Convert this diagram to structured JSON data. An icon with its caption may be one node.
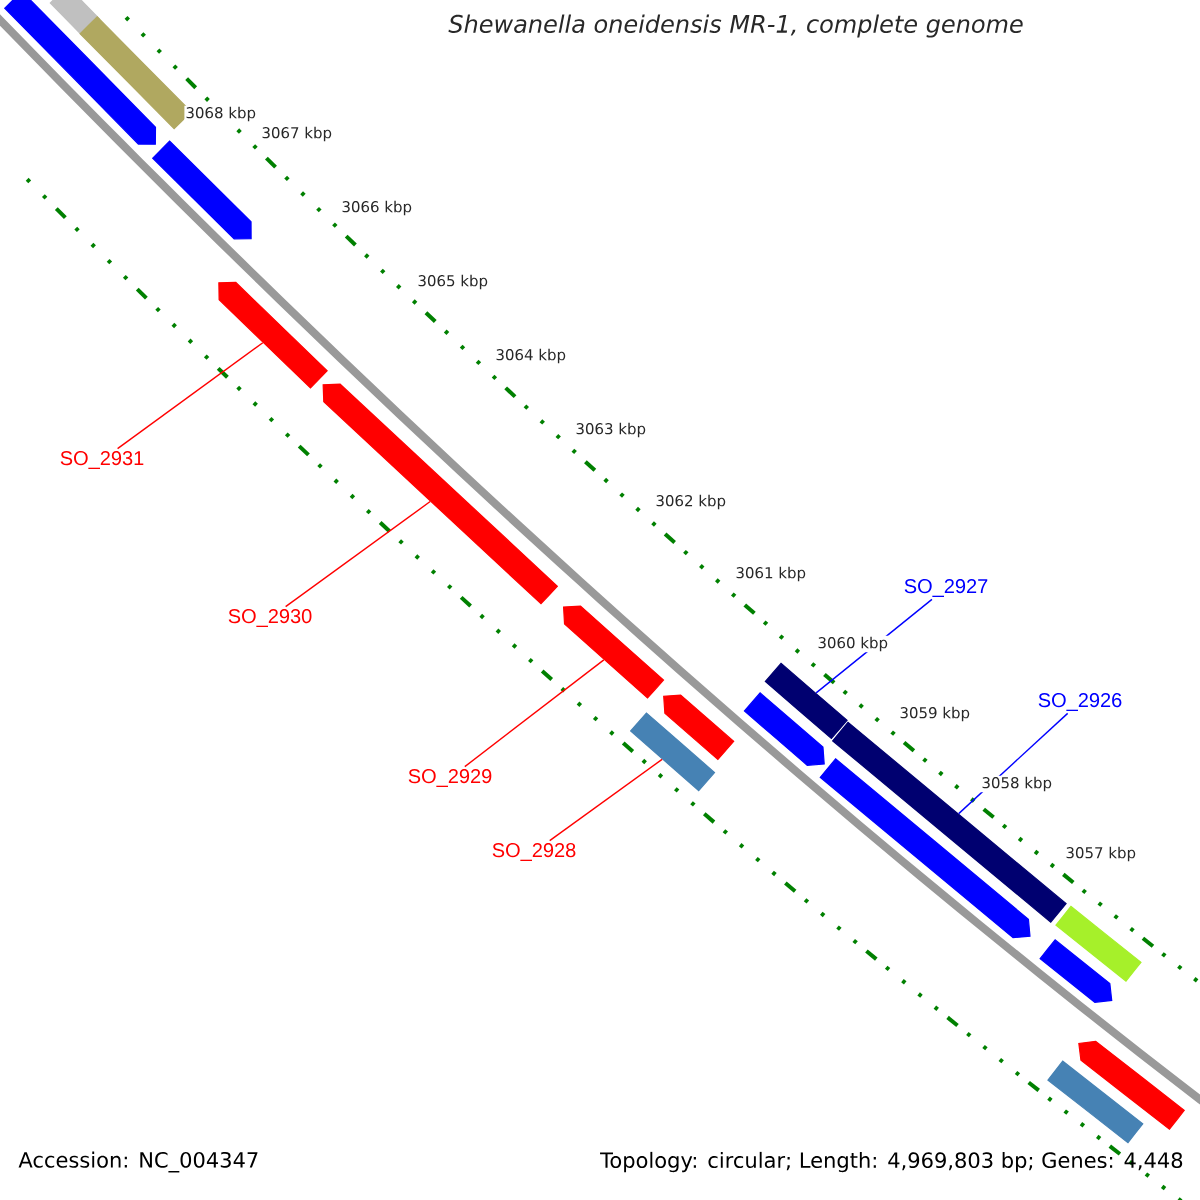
{
  "diagram": {
    "title": "Shewanella oneidensis MR-1, complete genome",
    "nodes": [
      {
        "text": [],
        "shape": "bar"
      },
      {
        "text": [],
        "shape": "arrow"
      },
      {
        "text": [],
        "shape": "bar"
      },
      {
        "text": [],
        "shape": "arrow"
      },
      {
        "text": [],
        "shape": "arrow"
      },
      {
        "text": [
          "SO_2931"
        ]
      },
      {
        "text": [],
        "shape": "arrow"
      },
      {
        "text": [
          "SO_2930"
        ]
      },
      {
        "text": [],
        "shape": "arrow"
      },
      {
        "text": [
          "SO_2929"
        ]
      },
      {
        "text": [],
        "shape": "bar"
      },
      {
        "text": [
          "SO_2928"
        ]
      },
      {
        "text": [],
        "shape": "arrow"
      },
      {
        "text": [
          "SO_2927"
        ]
      },
      {
        "text": [],
        "shape": "bar"
      },
      {
        "text": [],
        "shape": "arrow"
      },
      {
        "text": [
          "SO_2926"
        ]
      },
      {
        "text": [],
        "shape": "bar"
      },
      {
        "text": [],
        "shape": "arrow"
      },
      {
        "text": [],
        "shape": "bar"
      },
      {
        "text": [],
        "shape": "arrow"
      },
      {
        "text": [],
        "shape": "arrow"
      },
      {
        "text": [],
        "shape": "bar"
      }
    ],
    "edges": [
      {
        "from": 5,
        "to": 4,
        "arrow": "none",
        "color": "#ff0000"
      },
      {
        "from": 7,
        "to": 6,
        "arrow": "none",
        "color": "#ff0000"
      },
      {
        "from": 9,
        "to": 8,
        "arrow": "none",
        "color": "#ff0000"
      },
      {
        "from": 11,
        "to": 10,
        "arrow": "none",
        "color": "#ff0000"
      },
      {
        "from": 13,
        "to": 14,
        "arrow": "none",
        "color": "#0000ff"
      },
      {
        "from": 16,
        "to": 17,
        "arrow": "none",
        "color": "#0000ff"
      }
    ],
    "labels": [
      "3068 kbp",
      "3067 kbp",
      "3066 kbp",
      "3065 kbp",
      "3064 kbp",
      "3063 kbp",
      "3062 kbp",
      "3061 kbp",
      "3060 kbp",
      "3059 kbp",
      "3058 kbp",
      "3057 kbp",
      "Accession: NC_004347",
      "Topology: circular; Length: 4,969,803 bp; Genes: 4,448"
    ]
  }
}
